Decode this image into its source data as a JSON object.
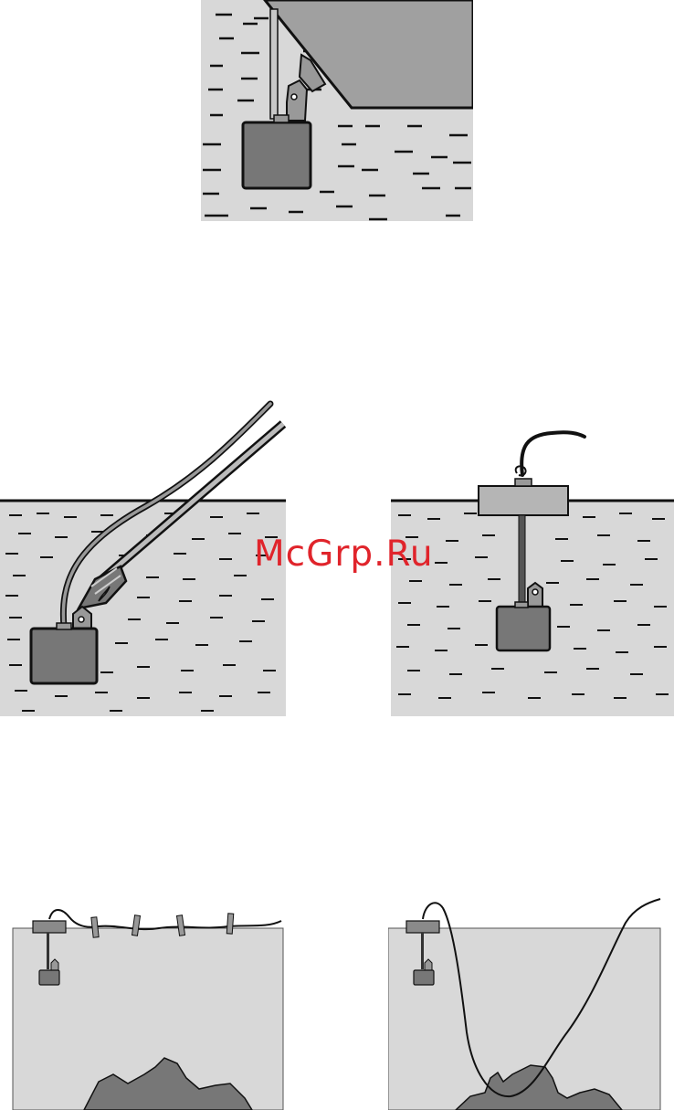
{
  "watermark": {
    "text": "McGrp.Ru",
    "color": "#e0242b"
  },
  "colors": {
    "water": "#d8d8d8",
    "hull": "#a0a0a0",
    "transducer": "#777777",
    "outline": "#111111",
    "cable": "#888888"
  },
  "diagrams": [
    {
      "id": "transom-mount",
      "icon": "transducer-transom-icon"
    },
    {
      "id": "pole-mount",
      "icon": "transducer-pole-icon"
    },
    {
      "id": "float-mount",
      "icon": "transducer-float-icon"
    },
    {
      "id": "cable-clipped",
      "icon": "cable-clipped-icon"
    },
    {
      "id": "cable-loose",
      "icon": "cable-loose-icon"
    }
  ]
}
